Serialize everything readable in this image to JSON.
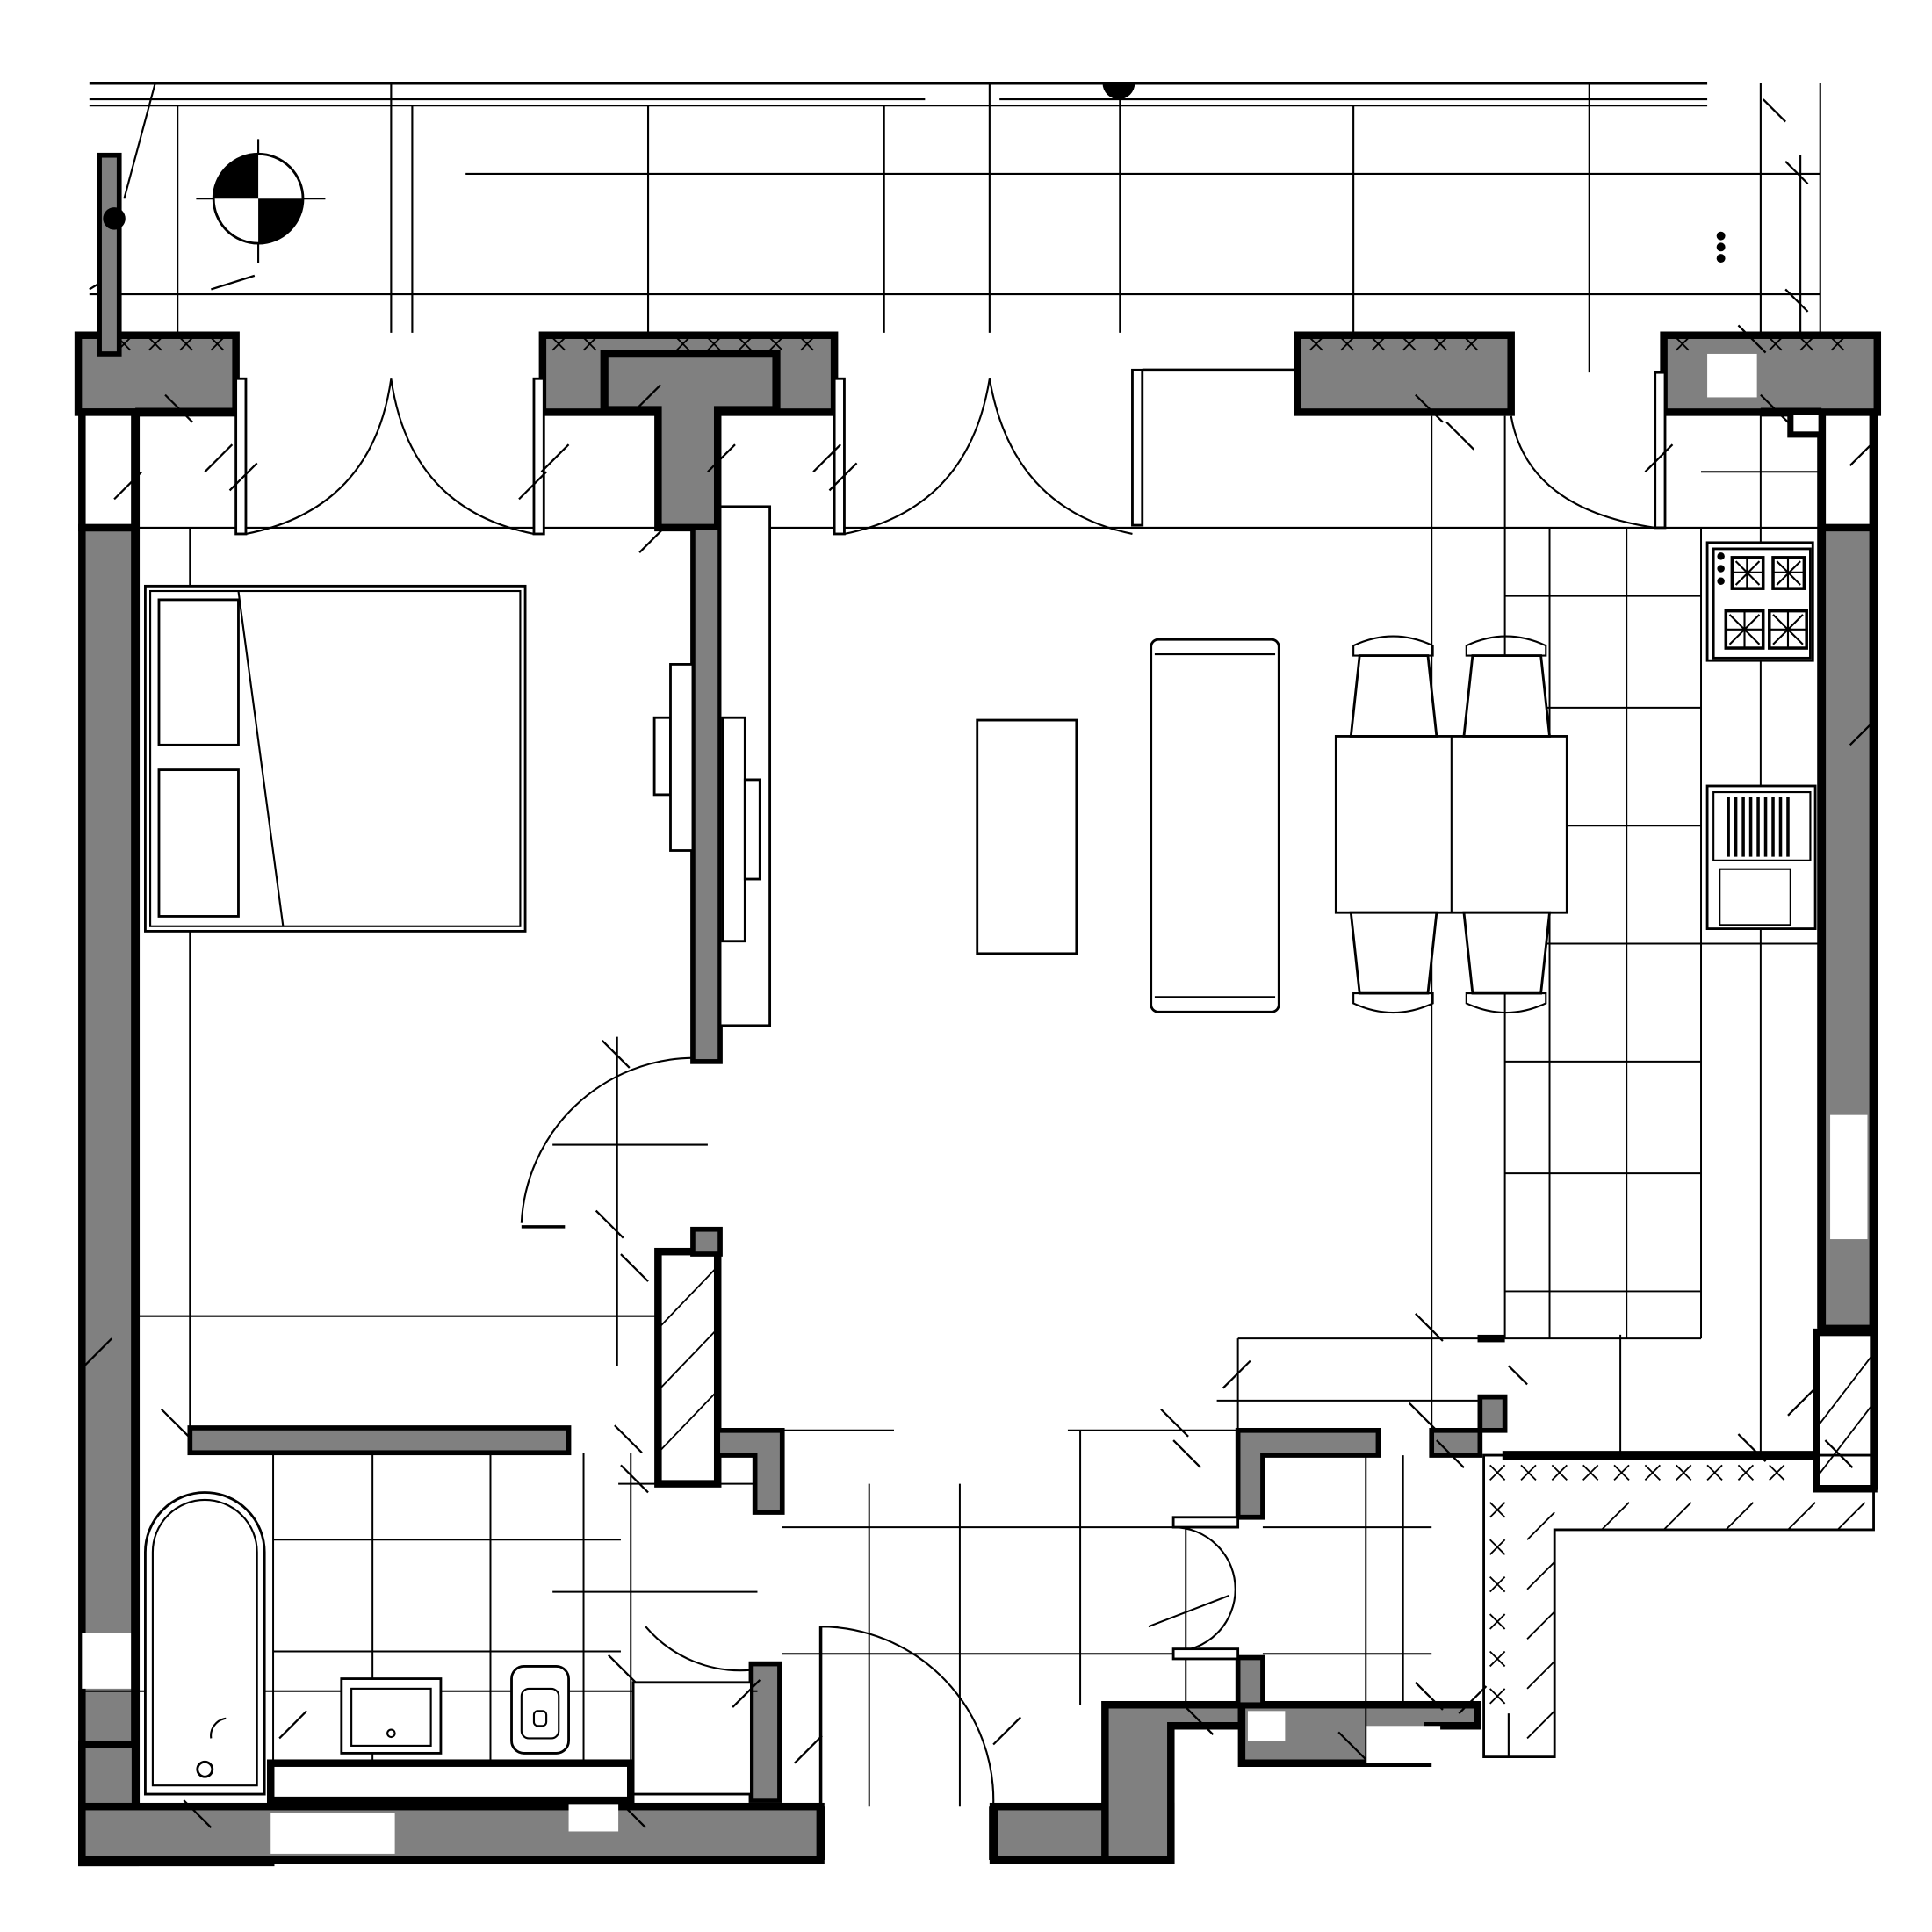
{
  "plan": {
    "background": "#ffffff",
    "wall_color": "#808080",
    "line_color": "#000000",
    "rooms": [
      "bedroom",
      "living-room",
      "kitchen",
      "dining-area",
      "bathroom",
      "hallway",
      "terrace",
      "storage"
    ],
    "furniture": [
      "double-bed",
      "sofa",
      "coffee-table",
      "dining-table",
      "dining-chair",
      "stove",
      "kitchen-sink",
      "bathtub",
      "toilet",
      "washbasin",
      "tv-unit",
      "wardrobe"
    ],
    "symbols": [
      "section-marker-icon"
    ]
  }
}
